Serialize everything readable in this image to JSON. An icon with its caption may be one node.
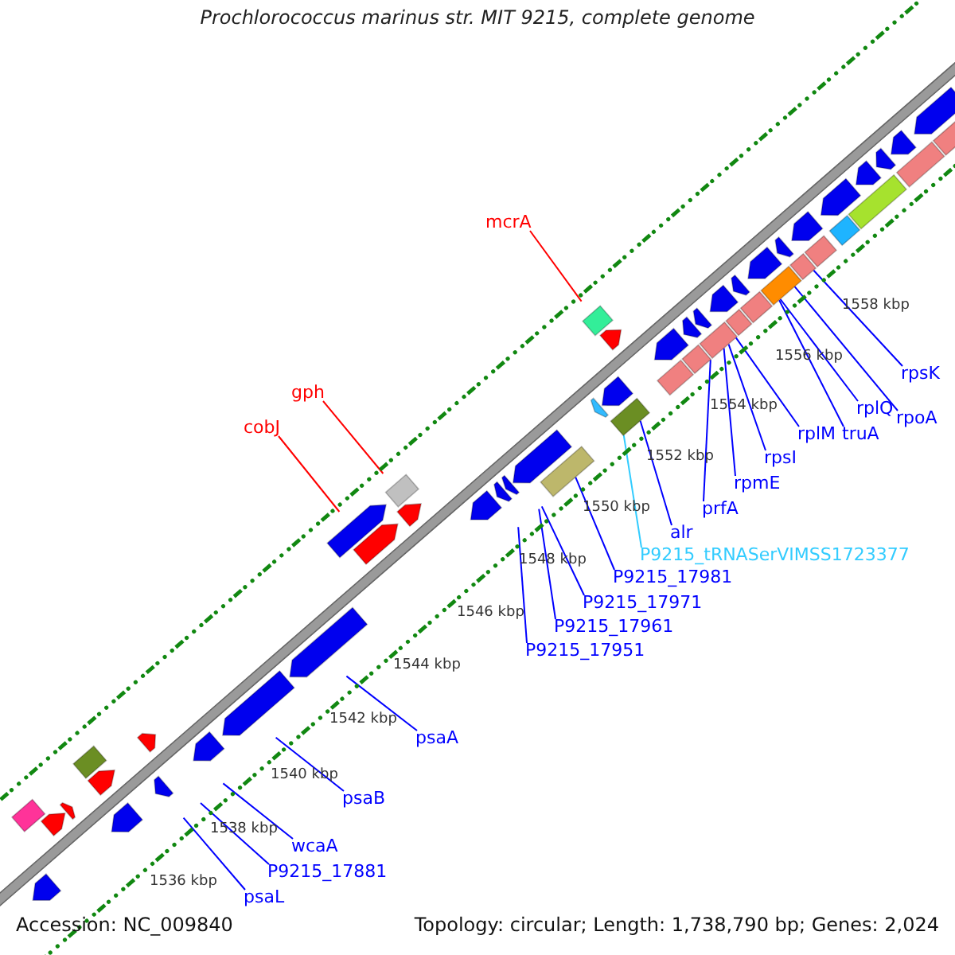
{
  "diagram": {
    "title": "Prochlorococcus marinus str. MIT 9215, complete genome",
    "nodes": [
      {
        "text": [
          "mcrA"
        ]
      },
      {
        "text": [
          "gph"
        ]
      },
      {
        "text": [
          "cobJ"
        ]
      },
      {
        "text": [
          "rpsK"
        ]
      },
      {
        "text": [
          "rplQ"
        ]
      },
      {
        "text": [
          "rpoA"
        ]
      },
      {
        "text": [
          "rplM"
        ]
      },
      {
        "text": [
          "truA"
        ]
      },
      {
        "text": [
          "rpsI"
        ]
      },
      {
        "text": [
          "rpmE"
        ]
      },
      {
        "text": [
          "prfA"
        ]
      },
      {
        "text": [
          "alr"
        ]
      },
      {
        "text": [
          "P9215_tRNASerVIMSS1723377"
        ]
      },
      {
        "text": [
          "P9215_17981"
        ]
      },
      {
        "text": [
          "P9215_17971"
        ]
      },
      {
        "text": [
          "P9215_17961"
        ]
      },
      {
        "text": [
          "P9215_17951"
        ]
      },
      {
        "text": [
          "psaA"
        ]
      },
      {
        "text": [
          "psaB"
        ]
      },
      {
        "text": [
          "wcaA"
        ]
      },
      {
        "text": [
          "P9215_17881"
        ]
      },
      {
        "text": [
          "psaL"
        ]
      }
    ],
    "edges": [
      {
        "from": 0,
        "to": null,
        "arrow": "none",
        "color": "#ff0000"
      },
      {
        "from": 1,
        "to": null,
        "arrow": "none",
        "color": "#ff0000"
      },
      {
        "from": 2,
        "to": null,
        "arrow": "none",
        "color": "#ff0000"
      },
      {
        "from": 3,
        "to": null,
        "arrow": "none"
      },
      {
        "from": 4,
        "to": null,
        "arrow": "none"
      },
      {
        "from": 5,
        "to": null,
        "arrow": "none"
      },
      {
        "from": 6,
        "to": null,
        "arrow": "none"
      },
      {
        "from": 7,
        "to": null,
        "arrow": "none"
      },
      {
        "from": 8,
        "to": null,
        "arrow": "none"
      },
      {
        "from": 9,
        "to": null,
        "arrow": "none"
      },
      {
        "from": 10,
        "to": null,
        "arrow": "none"
      },
      {
        "from": 11,
        "to": null,
        "arrow": "none"
      },
      {
        "from": 12,
        "to": null,
        "arrow": "none",
        "color": "#33ccff"
      },
      {
        "from": 13,
        "to": null,
        "arrow": "none"
      },
      {
        "from": 14,
        "to": null,
        "arrow": "none"
      },
      {
        "from": 15,
        "to": null,
        "arrow": "none"
      },
      {
        "from": 16,
        "to": null,
        "arrow": "none"
      },
      {
        "from": 17,
        "to": null,
        "arrow": "none"
      },
      {
        "from": 18,
        "to": null,
        "arrow": "none"
      },
      {
        "from": 19,
        "to": null,
        "arrow": "none"
      },
      {
        "from": 20,
        "to": null,
        "arrow": "none"
      },
      {
        "from": 21,
        "to": null,
        "arrow": "none"
      }
    ],
    "labels": [
      "1558 kbp",
      "1556 kbp",
      "1554 kbp",
      "1552 kbp",
      "1550 kbp",
      "1548 kbp",
      "1546 kbp",
      "1544 kbp",
      "1542 kbp",
      "1540 kbp",
      "1538 kbp",
      "1536 kbp",
      "Accession: NC_009840",
      "Topology: circular; Length: 1,738,790 bp; Genes: 2,024"
    ]
  }
}
